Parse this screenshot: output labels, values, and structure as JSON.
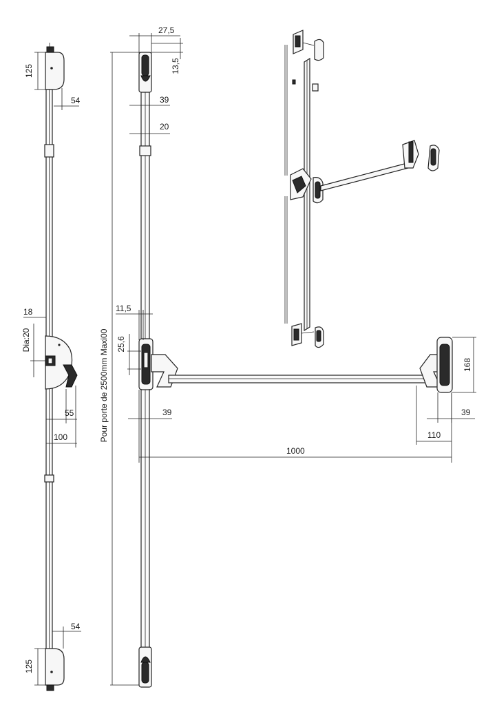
{
  "dimensions": {
    "top_lock_height": "125",
    "rod_offset_top": "54",
    "rod_offset_bottom": "54",
    "bottom_lock_height": "125",
    "center_width": "18",
    "center_dia": "Dia:20",
    "handle_offset": "55",
    "center_to_rod": "100",
    "side_top_width": "27,5",
    "side_top_depth": "13,5",
    "side_rod_offset": "39",
    "side_rod_width": "20",
    "side_center_width": "11,5",
    "side_center_height": "25,6",
    "side_bottom_offset": "39",
    "right_case_offset": "39",
    "right_case_height": "168",
    "right_case_depth": "110",
    "bar_length": "1000",
    "door_note": "Pour porte de 2500mm Maxi00"
  },
  "colors": {
    "line": "#222222",
    "fill_dark": "#2a2a2a",
    "background": "#ffffff"
  }
}
